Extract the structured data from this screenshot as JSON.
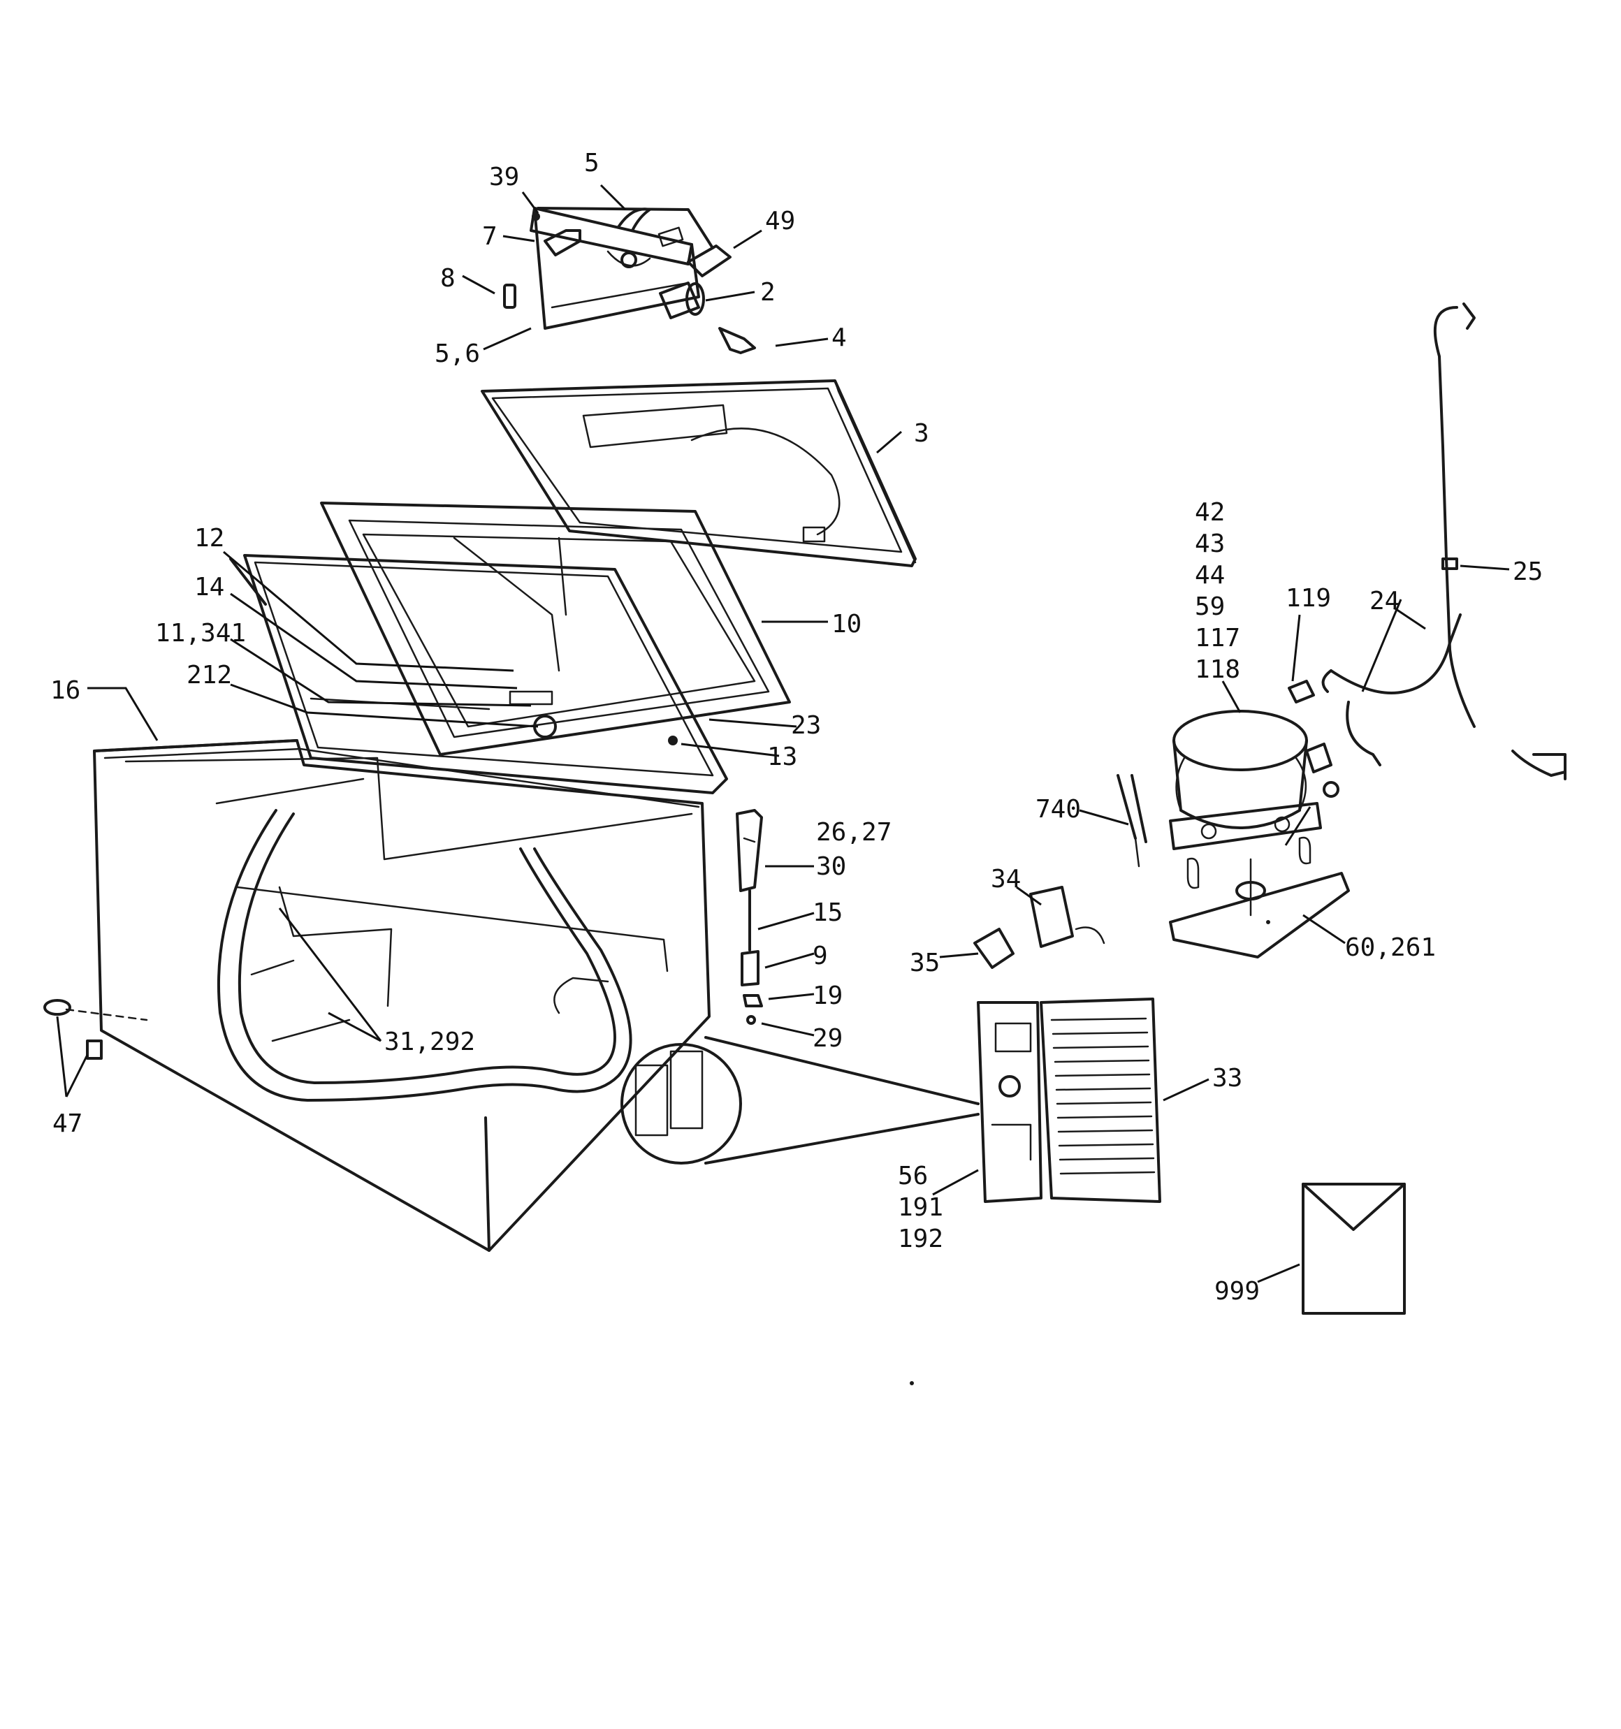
{
  "callouts": {
    "c39": "39",
    "c5a": "5",
    "c49": "49",
    "c7": "7",
    "c8": "8",
    "c2": "2",
    "c4": "4",
    "c56": "5,6",
    "c3": "3",
    "c12": "12",
    "c14": "14",
    "c11341": "11,341",
    "c212": "212",
    "c16": "16",
    "c10": "10",
    "c23": "23",
    "c13": "13",
    "c2627": "26,27",
    "c30": "30",
    "c15": "15",
    "c9": "9",
    "c19": "19",
    "c29": "29",
    "c31292": "31,292",
    "c47": "47",
    "c42": "42",
    "c43": "43",
    "c44": "44",
    "c59": "59",
    "c117": "117",
    "c118": "118",
    "c119": "119",
    "c24": "24",
    "c25": "25",
    "c740": "740",
    "c34": "34",
    "c35": "35",
    "c60261": "60,261",
    "c33": "33",
    "c56b": "56",
    "c191": "191",
    "c192": "192",
    "c999": "999"
  }
}
